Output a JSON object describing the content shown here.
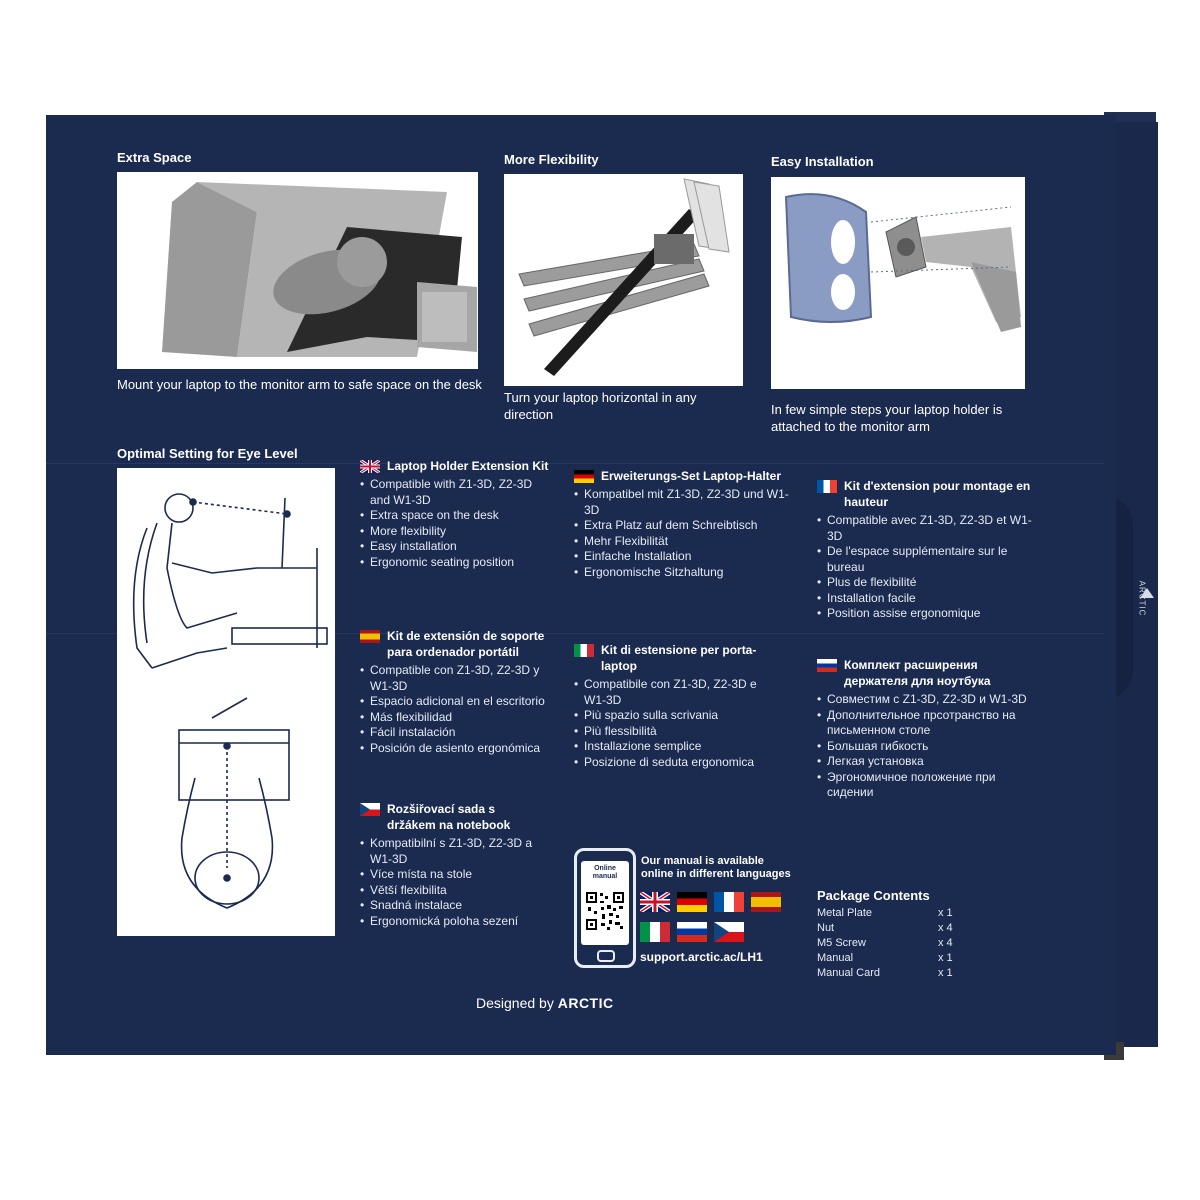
{
  "box_color": "#1b2a4f",
  "sections": [
    {
      "heading": "Extra Space",
      "caption": "Mount your laptop to the monitor arm to safe space on the desk"
    },
    {
      "heading": "More Flexibility",
      "caption": "Turn your laptop horizontal in any direction"
    },
    {
      "heading": "Easy Installation",
      "caption": "In few simple steps your laptop holder is attached to the monitor arm"
    }
  ],
  "eye_level_heading": "Optimal Setting for Eye Level",
  "languages": {
    "en": {
      "title": "Laptop Holder Extension Kit",
      "items": [
        "Compatible with Z1-3D, Z2-3D and W1-3D",
        "Extra space on the desk",
        "More flexibility",
        "Easy installation",
        "Ergonomic seating position"
      ]
    },
    "de": {
      "title": "Erweiterungs-Set Laptop-Halter",
      "items": [
        "Kompatibel mit Z1-3D, Z2-3D und W1-3D",
        "Extra Platz auf dem Schreibtisch",
        "Mehr Flexibilität",
        "Einfache Installation",
        "Ergonomische Sitzhaltung"
      ]
    },
    "fr": {
      "title": "Kit d'extension pour montage en hauteur",
      "items": [
        "Compatible avec Z1-3D, Z2-3D et W1-3D",
        "De l'espace supplémentaire sur le bureau",
        "Plus de flexibilité",
        "Installation facile",
        "Position assise ergonomique"
      ]
    },
    "es": {
      "title": "Kit de extensión de soporte para ordenador portátil",
      "items": [
        "Compatible con Z1-3D, Z2-3D y W1-3D",
        "Espacio adicional en el escritorio",
        "Más flexibilidad",
        "Fácil instalación",
        "Posición de asiento ergonómica"
      ]
    },
    "it": {
      "title": "Kit di estensione per porta-laptop",
      "items": [
        "Compatibile con Z1-3D, Z2-3D e W1-3D",
        "Più spazio sulla scrivania",
        "Più flessibilità",
        "Installazione semplice",
        "Posizione di seduta ergonomica"
      ]
    },
    "ru": {
      "title": "Комплект расширения держателя для ноутбука",
      "items": [
        "Совместим с Z1-3D, Z2-3D и W1-3D",
        "Дополнительное прсотранство на письменном столе",
        "Большая гибкость",
        "Легкая установка",
        "Эргономичное положение при сидении"
      ]
    },
    "cz": {
      "title": "Rozšiřovací sada s držákem na notebook",
      "items": [
        "Kompatibilní s Z1-3D, Z2-3D a W1-3D",
        "Více místa na stole",
        "Větší flexibilita",
        "Snadná instalace",
        "Ergonomická poloha sezení"
      ]
    }
  },
  "manual": {
    "phone_label": "Online manual",
    "text": "Our manual is available online in different languages",
    "url": "support.arctic.ac/LH1"
  },
  "package": {
    "title": "Package Contents",
    "items": [
      {
        "name": "Metal Plate",
        "qty": "x 1"
      },
      {
        "name": "Nut",
        "qty": "x 4"
      },
      {
        "name": "M5 Screw",
        "qty": "x 4"
      },
      {
        "name": "Manual",
        "qty": "x 1"
      },
      {
        "name": "Manual Card",
        "qty": "x 1"
      }
    ]
  },
  "footer": {
    "designed_by": "Designed by",
    "brand": "ARCTIC"
  },
  "side_brand": "ARCTIC"
}
